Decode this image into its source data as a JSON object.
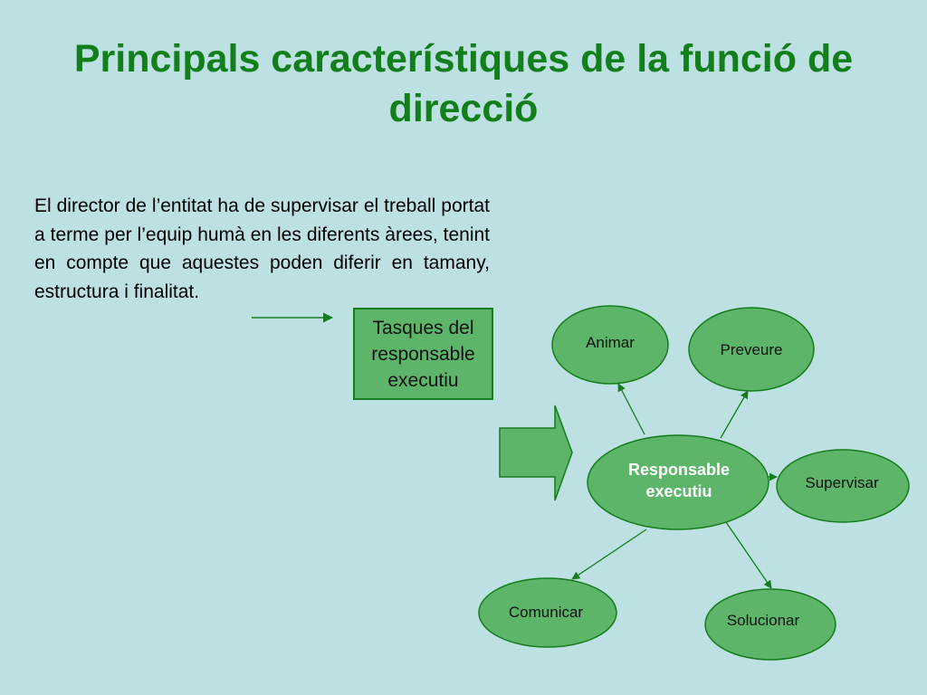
{
  "slide": {
    "title": "Principals característiques de la funció de direcció",
    "intro": "El director de l’entitat ha de supervisar el treball portat a terme per l’equip humà en les diferents àrees, tenint en compte que aquestes poden diferir en tamany, estructura i finalitat.",
    "tasks_box": [
      "Tasques del",
      "responsable",
      "executiu"
    ]
  },
  "diagram": {
    "center": [
      "Responsable",
      "executiu"
    ],
    "tasks": [
      "Animar",
      "Preveure",
      "Supervisar",
      "Solucionar",
      "Comunicar"
    ]
  },
  "colors": {
    "background": "#bde0e2",
    "title": "#137f1c",
    "node_fill": "#5db56a",
    "node_border": "#157d1c",
    "arrow": "#157d1c"
  }
}
